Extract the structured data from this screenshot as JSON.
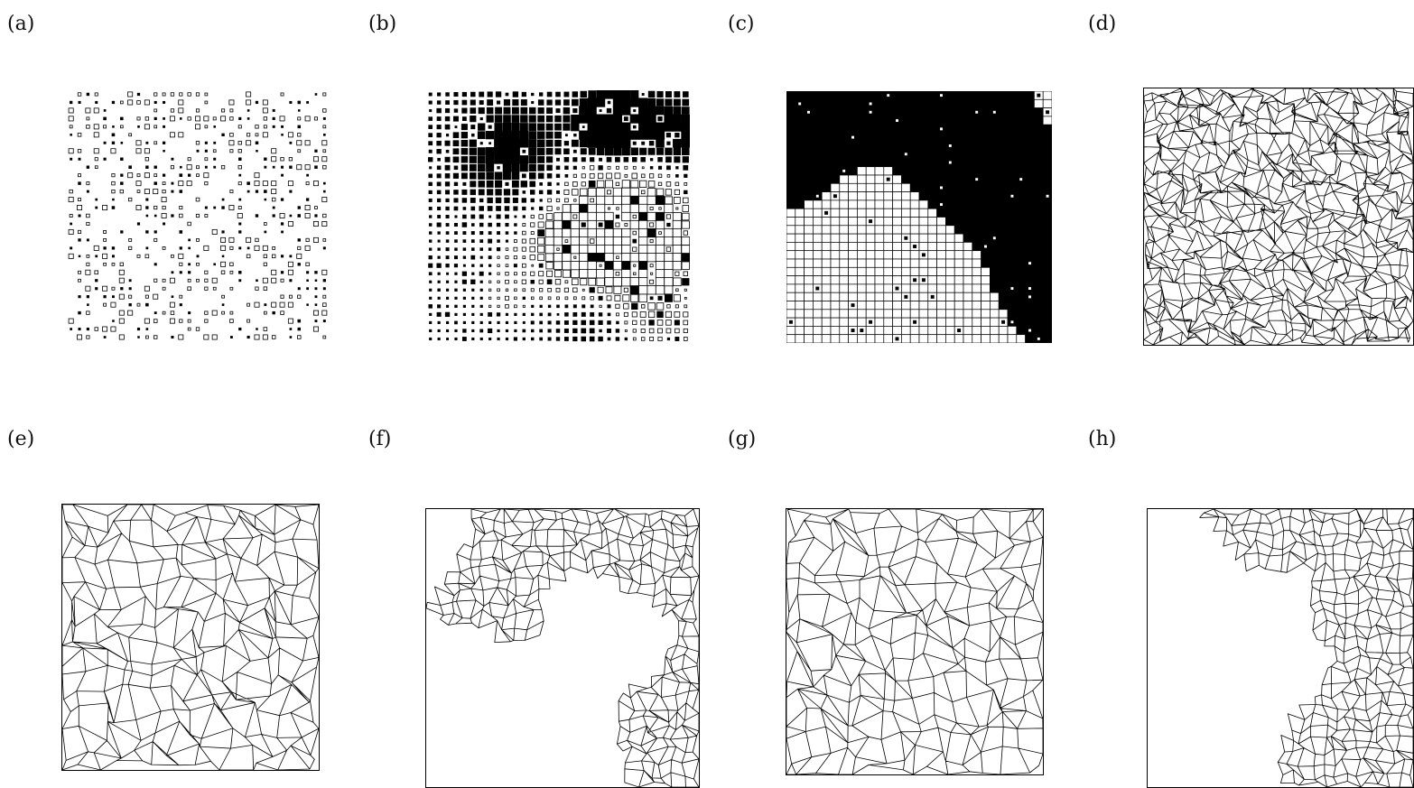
{
  "figure": {
    "panels": [
      {
        "id": "a",
        "label": "(a)",
        "kind": "squares-sparse"
      },
      {
        "id": "b",
        "label": "(b)",
        "kind": "squares-dense"
      },
      {
        "id": "c",
        "label": "(c)",
        "kind": "grid-blocks"
      },
      {
        "id": "d",
        "label": "(d)",
        "kind": "mesh-dense"
      },
      {
        "id": "e",
        "label": "(e)",
        "kind": "mesh-coarse"
      },
      {
        "id": "f",
        "label": "(f)",
        "kind": "mesh-fragmented"
      },
      {
        "id": "g",
        "label": "(g)",
        "kind": "mesh-coarse"
      },
      {
        "id": "h",
        "label": "(h)",
        "kind": "mesh-fragmented"
      }
    ]
  }
}
